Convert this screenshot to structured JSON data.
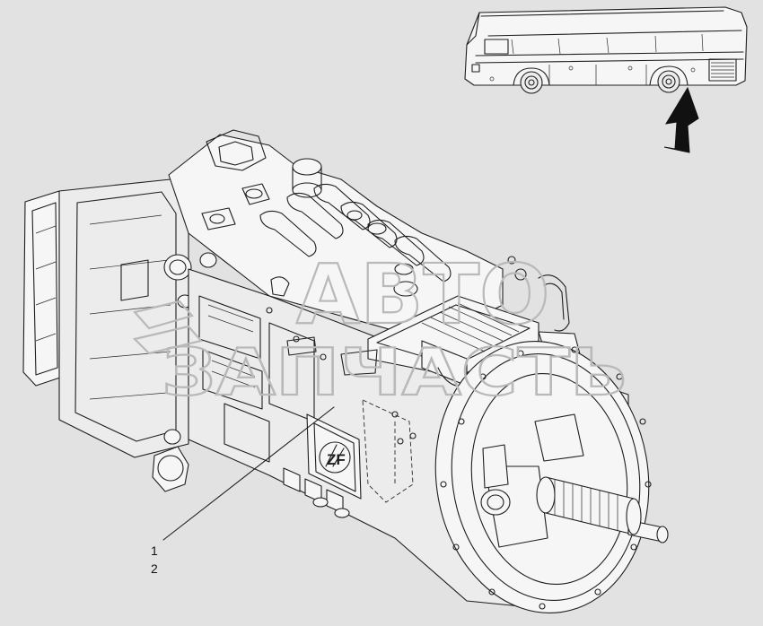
{
  "callouts": [
    "1",
    "2"
  ],
  "logo_text": "ZF",
  "watermark": {
    "line1": "АВТО",
    "line2": "ЗАПЧАСТЬ"
  },
  "colors": {
    "background": "#e2e2e2",
    "line": "#1e1e1e",
    "watermark": "#b9b9b9"
  }
}
